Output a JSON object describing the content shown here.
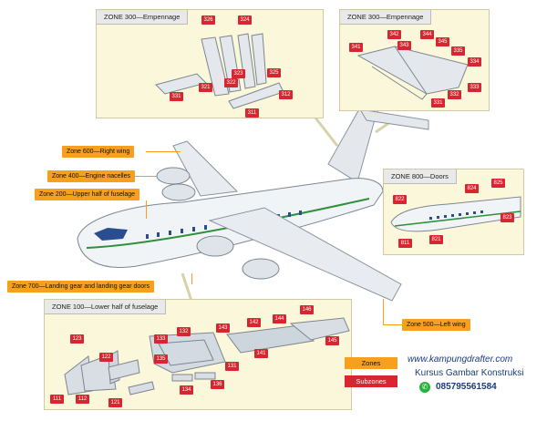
{
  "panels": {
    "empennage_left": {
      "title": "ZONE 300—Empennage",
      "subzones": [
        "326",
        "324",
        "323",
        "325",
        "321",
        "322",
        "331",
        "312",
        "311"
      ]
    },
    "empennage_right": {
      "title": "ZONE 300—Empennage",
      "subzones": [
        "342",
        "344",
        "341",
        "343",
        "345",
        "335",
        "334",
        "332",
        "333",
        "331"
      ]
    },
    "doors": {
      "title": "ZONE 800—Doors",
      "subzones": [
        "825",
        "824",
        "822",
        "823",
        "811",
        "821"
      ]
    },
    "lower_fuselage": {
      "title": "ZONE 100—Lower half of fuselage",
      "subzones": [
        "123",
        "133",
        "132",
        "143",
        "142",
        "144",
        "146",
        "122",
        "135",
        "131",
        "141",
        "145",
        "111",
        "112",
        "121",
        "134",
        "136"
      ]
    }
  },
  "zone_labels": {
    "right_wing": "Zone 600—Right wing",
    "engine_nacelles": "Zone 400—Engine nacelles",
    "upper_fuselage": "Zone 200—Upper half of fuselage",
    "landing_gear": "Zone 700—Landing gear and landing gear doors",
    "left_wing": "Zone 500—Left wing"
  },
  "legend": {
    "zones": "Zones",
    "subzones": "Subzones"
  },
  "watermark": {
    "site": "www.kampungdrafter.com",
    "subtitle": "Kursus Gambar Konstruksi",
    "phone": "085795561584"
  },
  "colors": {
    "zone": "#f6a01e",
    "subzone": "#d7262f",
    "panel": "#fbf7da",
    "aircraft": "#eef1f4",
    "stripe": "#2f8f3a",
    "text": "#1b3b7a"
  }
}
